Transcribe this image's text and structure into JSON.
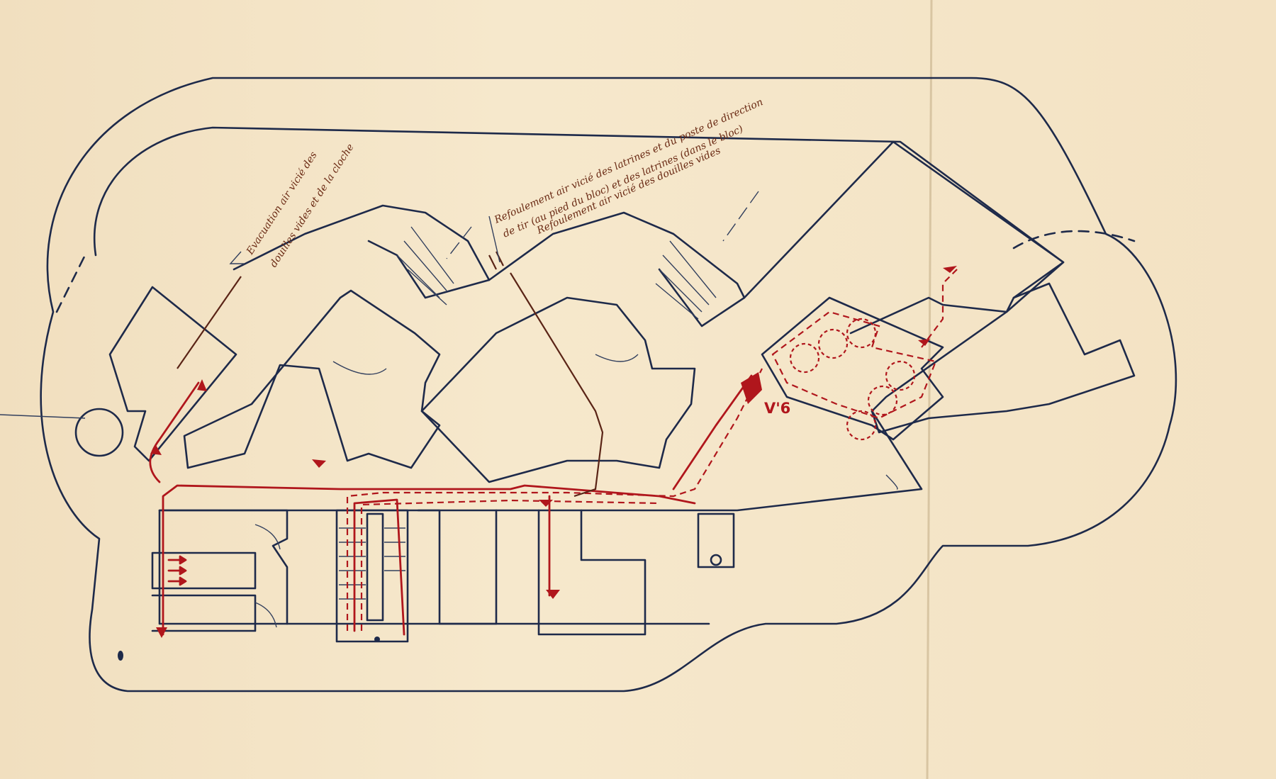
{
  "annotations": {
    "evacuation_line1": "Evacuation air vicié des",
    "evacuation_line2": "douilles vides et de la cloche",
    "refoulement1": "Refoulement air vicié des latrines et du poste de direction",
    "refoulement2": "de tir (au pied du bloc) et des latrines (dans le bloc)",
    "refoulement3": "Refoulement air vicié des douilles vides"
  },
  "labels": {
    "fan_label": "V'6"
  },
  "colors": {
    "paper": "#f4e4c6",
    "plan_ink": "#1e2a4a",
    "ventilation_red": "#b0161c",
    "handwriting_brown": "#6a2a14"
  }
}
